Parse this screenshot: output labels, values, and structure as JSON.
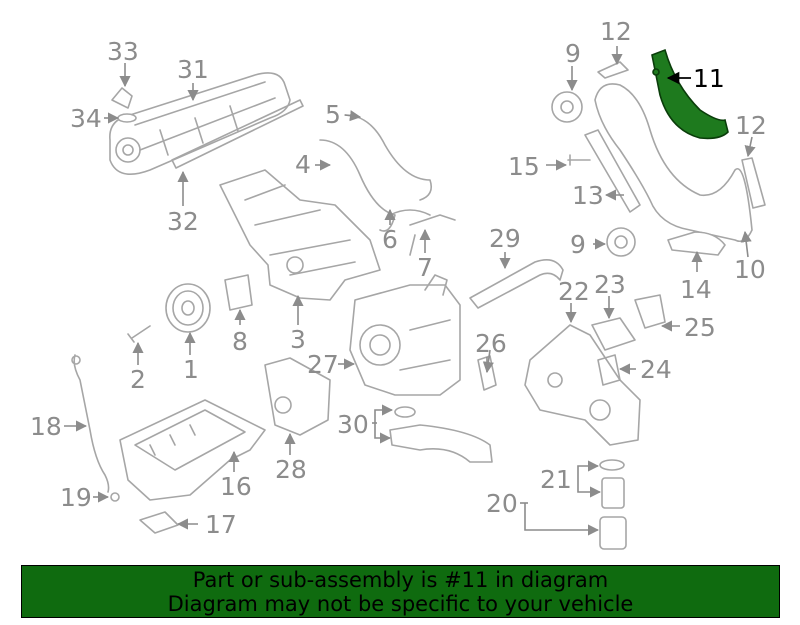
{
  "colors": {
    "highlight": "#1e7a1e",
    "banner_bg": "#0f6b0f",
    "part_stroke": "#a6a6a6",
    "label": "#8c8c8c"
  },
  "highlighted_part": "11",
  "callouts": {
    "c1": "1",
    "c2": "2",
    "c3": "3",
    "c4": "4",
    "c5": "5",
    "c6": "6",
    "c7": "7",
    "c8": "8",
    "c9a": "9",
    "c9b": "9",
    "c10": "10",
    "c11": "11",
    "c12a": "12",
    "c12b": "12",
    "c13": "13",
    "c14": "14",
    "c15": "15",
    "c16": "16",
    "c17": "17",
    "c18": "18",
    "c19": "19",
    "c20": "20",
    "c21": "21",
    "c22": "22",
    "c23": "23",
    "c24": "24",
    "c25": "25",
    "c26": "26",
    "c27": "27",
    "c28": "28",
    "c29": "29",
    "c30": "30",
    "c31": "31",
    "c32": "32",
    "c33": "33",
    "c34": "34"
  },
  "banner": {
    "line1": "Part or sub-assembly is #11 in diagram",
    "line2": "Diagram may not be specific to your vehicle"
  }
}
